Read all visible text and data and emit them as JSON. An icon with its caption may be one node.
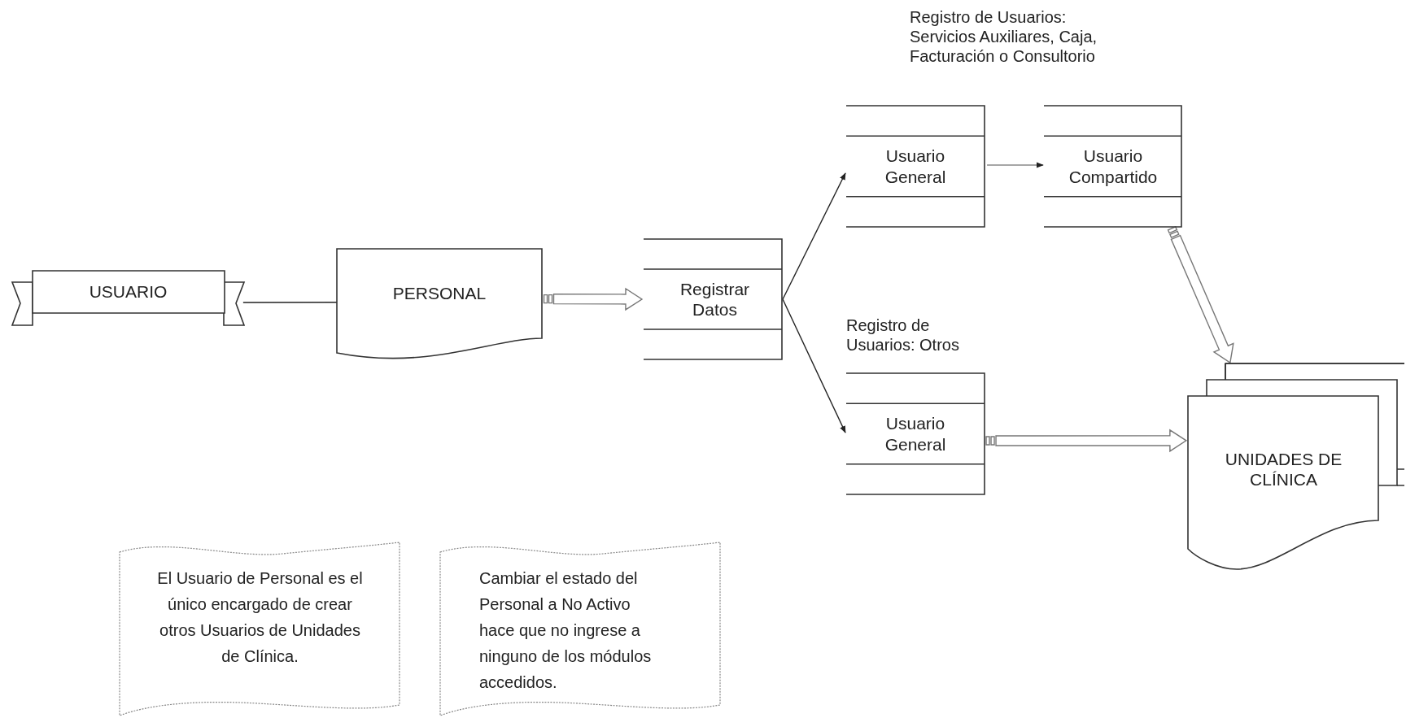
{
  "diagram": {
    "nodes": [
      {
        "text": [
          "USUARIO"
        ]
      },
      {
        "text": [
          "PERSONAL"
        ]
      },
      {
        "text": [
          "Registrar Datos"
        ]
      },
      {
        "text": [
          "Usuario General"
        ]
      },
      {
        "text": [
          "Usuario Compartido"
        ]
      },
      {
        "text": [
          "Usuario General"
        ]
      },
      {
        "text": [
          "UNIDADES DE CLÍNICA"
        ]
      },
      {
        "text": [
          "El Usuario de Personal es el único encargado de crear otros Usuarios de Unidades de Clínica."
        ]
      },
      {
        "text": [
          "Cambiar el estado del Personal a No Activo hace que no ingrese a ninguno de los módulos accedidos."
        ]
      }
    ],
    "edges": [
      {
        "from": 0,
        "to": 1,
        "arrow": "none"
      },
      {
        "from": 1,
        "to": 2,
        "arrow": "to",
        "style": "thick"
      },
      {
        "from": 2,
        "to": 3,
        "arrow": "to"
      },
      {
        "from": 2,
        "to": 5,
        "arrow": "to"
      },
      {
        "from": 3,
        "to": 4,
        "arrow": "to",
        "color": "#a6a6a6"
      },
      {
        "from": 4,
        "to": 6,
        "arrow": "to",
        "style": "thick"
      },
      {
        "from": 5,
        "to": 6,
        "arrow": "to",
        "style": "thick"
      }
    ],
    "labels": [
      "Registro de Usuarios: Servicios Auxiliares, Caja, Facturación o Consultorio",
      "Registro de Usuarios: Otros"
    ]
  }
}
